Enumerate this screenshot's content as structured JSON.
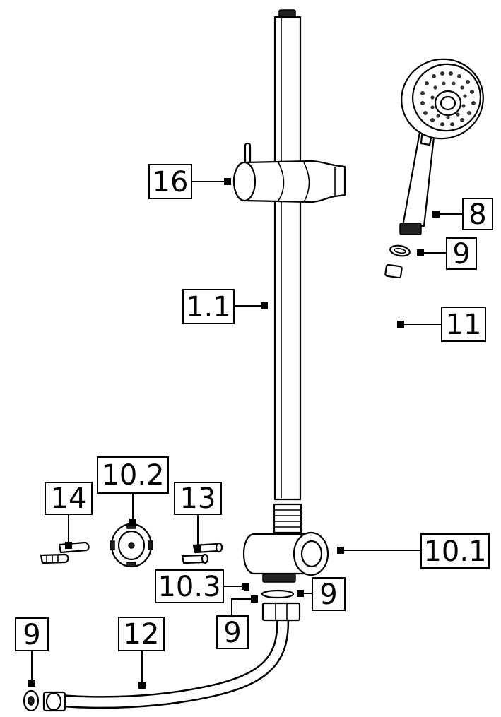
{
  "callouts": {
    "c_16": "16",
    "c_1_1": "1.1",
    "c_8": "8",
    "c_9_top": "9",
    "c_11": "11",
    "c_10_2": "10.2",
    "c_14": "14",
    "c_13": "13",
    "c_10_1": "10.1",
    "c_10_3": "10.3",
    "c_9_right": "9",
    "c_9_mid": "9",
    "c_9_left": "9",
    "c_12": "12"
  }
}
